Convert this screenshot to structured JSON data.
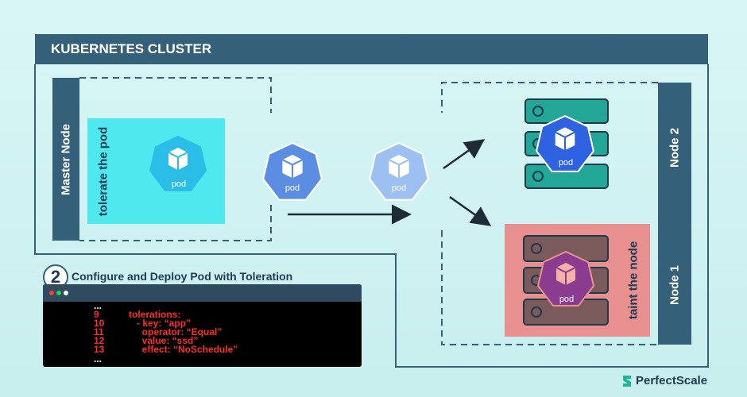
{
  "cluster": {
    "title": "KUBERNETES CLUSTER",
    "colors": {
      "header": "#356079",
      "tolerate": "#4ee9ee",
      "taint": "#e89090",
      "node2_server": "#22a698",
      "node1_server": "#7a5a5a"
    }
  },
  "master_node": {
    "label": "Master Node",
    "tolerate_label": "tolerate the pod",
    "pod_label": "pod"
  },
  "transit_pods": [
    {
      "label": "pod"
    },
    {
      "label": "pod"
    }
  ],
  "node2": {
    "label": "Node 2",
    "pod_label": "pod"
  },
  "node1": {
    "label": "Node 1",
    "taint_label": "taint the node",
    "pod_label": "pod"
  },
  "step": {
    "number": "2",
    "title": "Configure and Deploy Pod with Toleration",
    "code_lines": [
      {
        "num": "...",
        "text": ""
      },
      {
        "num": "9",
        "text": "tolerations:"
      },
      {
        "num": "10",
        "text": "   - key: “app”"
      },
      {
        "num": "11",
        "text": "     operator: “Equal”"
      },
      {
        "num": "12",
        "text": "     value: “ssd”"
      },
      {
        "num": "13",
        "text": "     effect: “NoSchedule”"
      },
      {
        "num": "...",
        "text": ""
      }
    ]
  },
  "brand": {
    "name": "PerfectScale"
  }
}
